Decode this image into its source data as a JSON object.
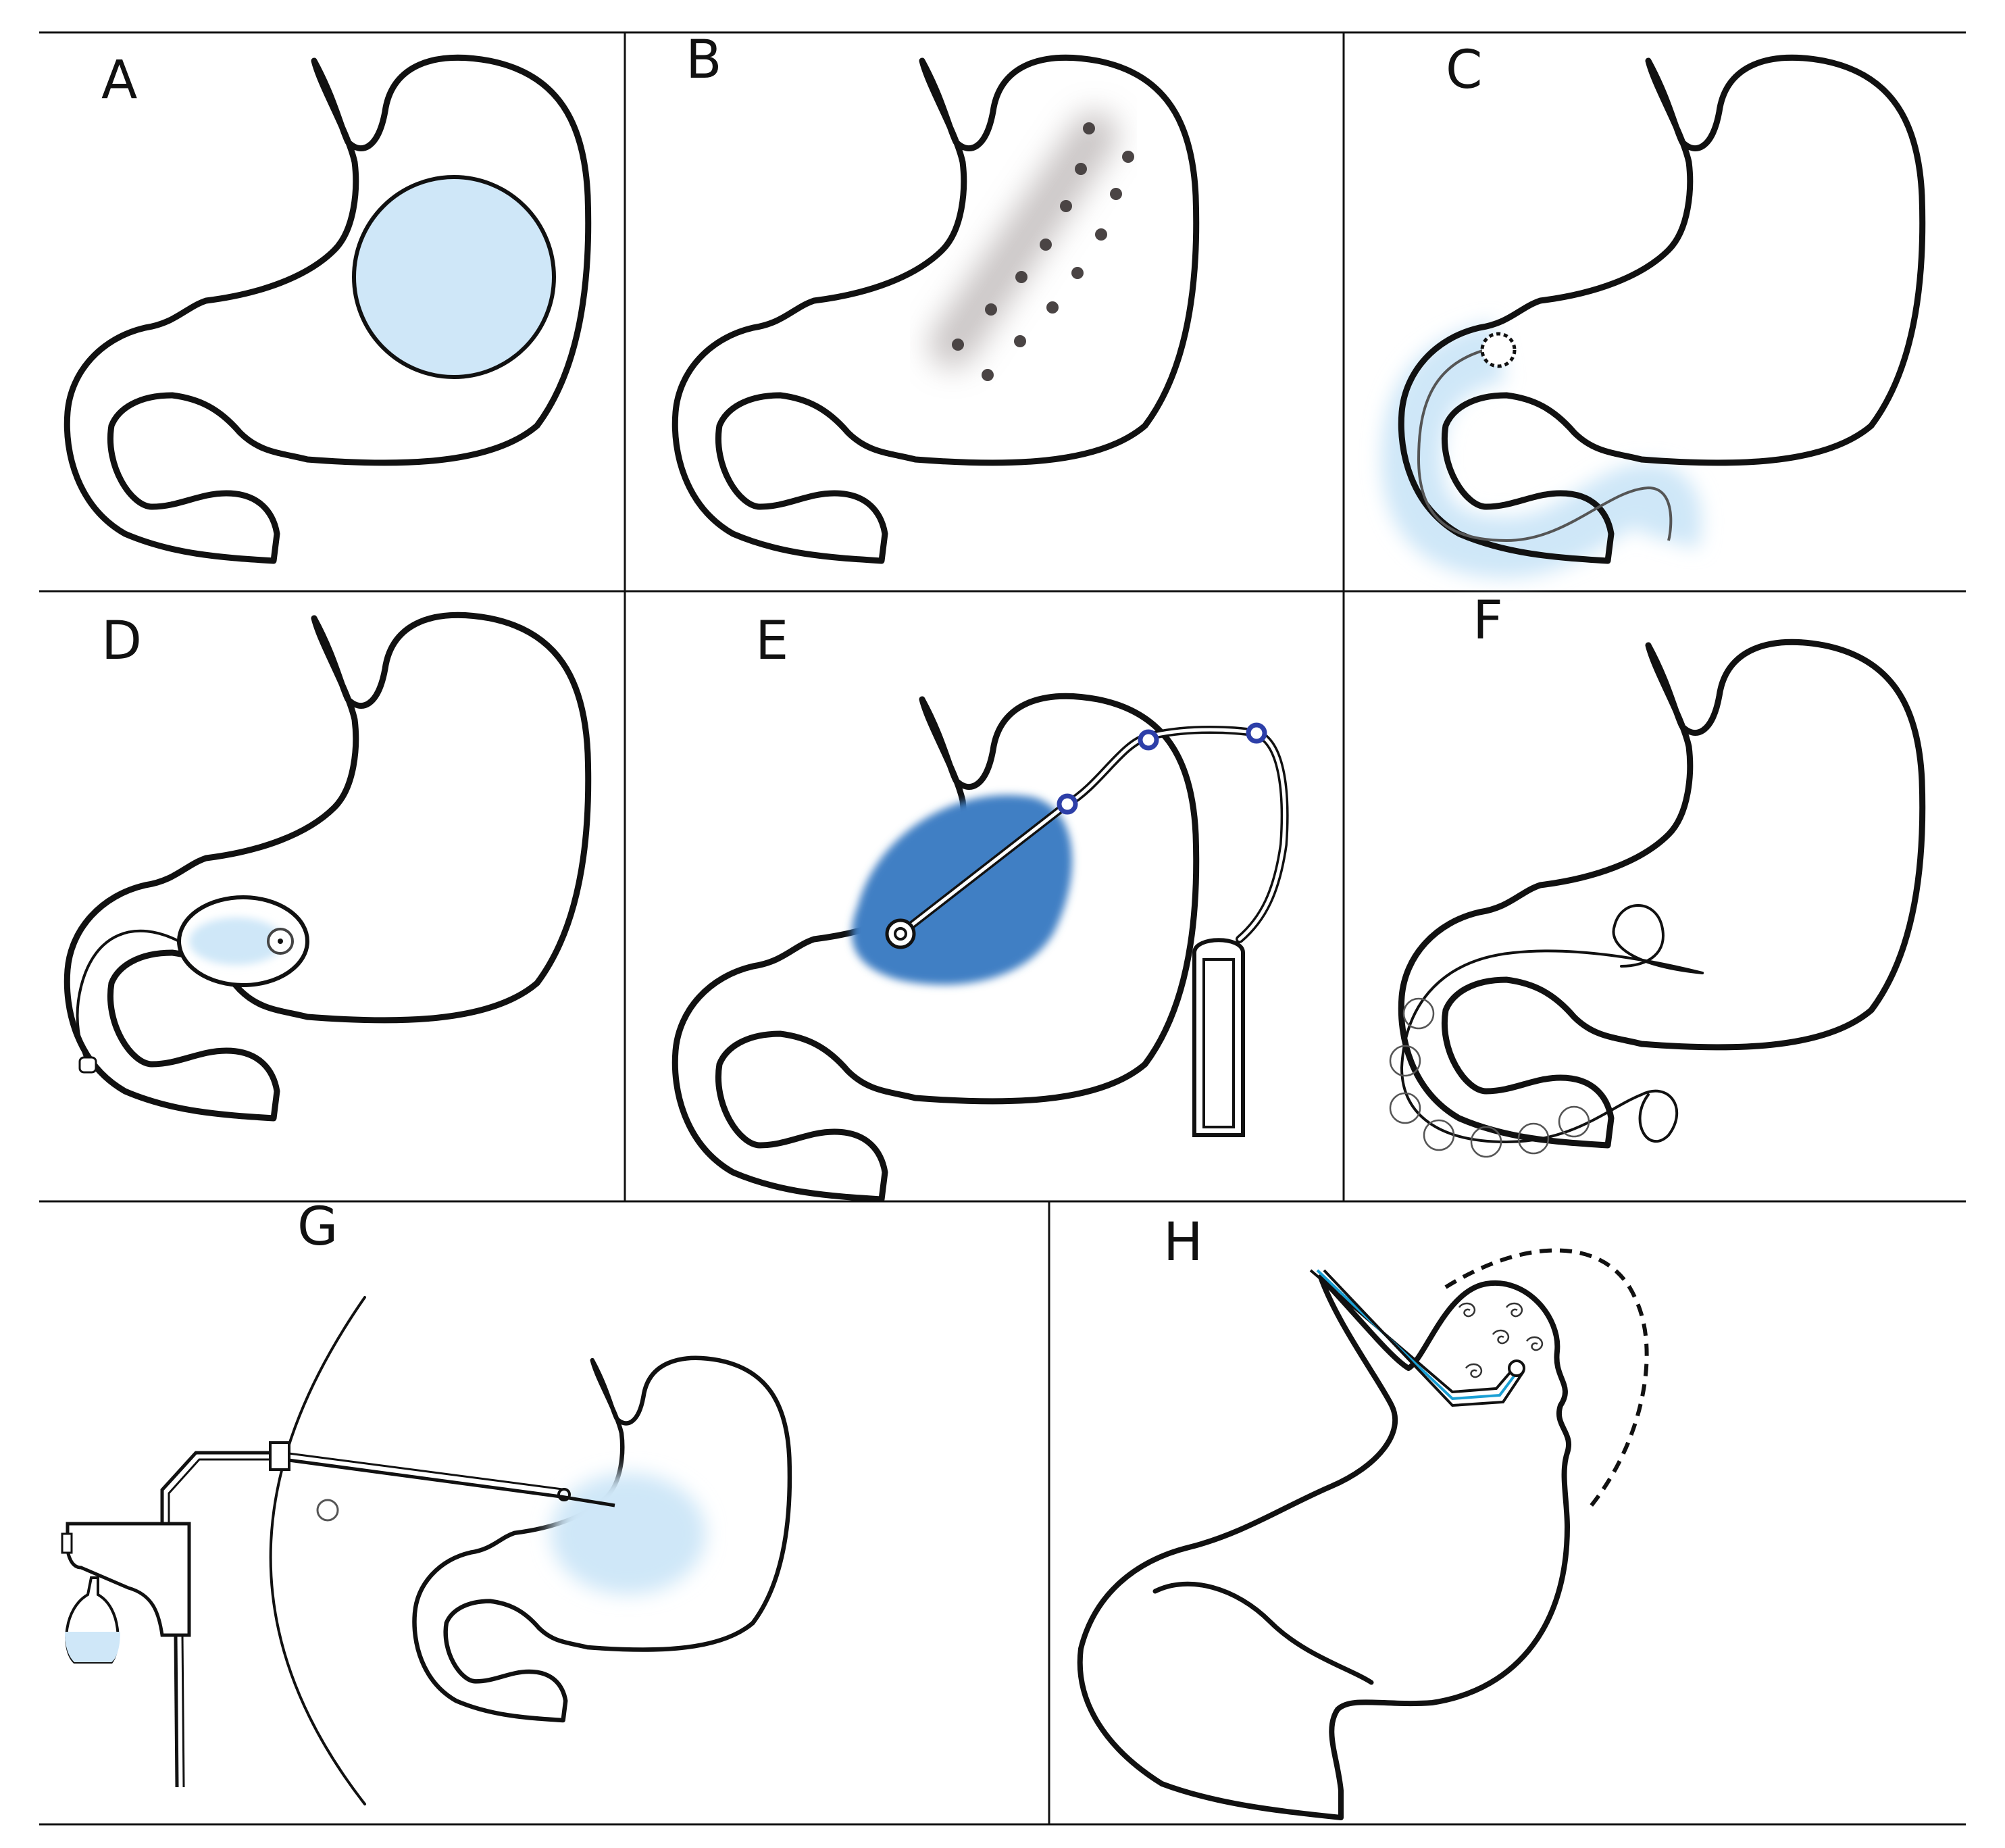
{
  "panels": [
    {
      "label": "A"
    },
    {
      "label": "B"
    },
    {
      "label": "C"
    },
    {
      "label": "D"
    },
    {
      "label": "E"
    },
    {
      "label": "F"
    },
    {
      "label": "G"
    },
    {
      "label": "H"
    }
  ],
  "colors": {
    "outline": "#111111",
    "light_blue": "#cfe7f8",
    "dark_blue": "#3f7fc4",
    "ring_blue": "#2d3fa8",
    "guide_wire": "#1a9fd4",
    "dot": "#4a4444"
  },
  "icons": {
    "A": "intragastric-balloon",
    "B": "endoscopic-suture-plication",
    "C": "duodenal-jejunal-bypass-liner",
    "D": "swallowable-balloon-capsule",
    "E": "gastric-stimulator-lead",
    "F": "magnetic-anastomosis-loop",
    "G": "aspiration-tube",
    "H": "endoscopic-sleeve-gastroplasty"
  }
}
